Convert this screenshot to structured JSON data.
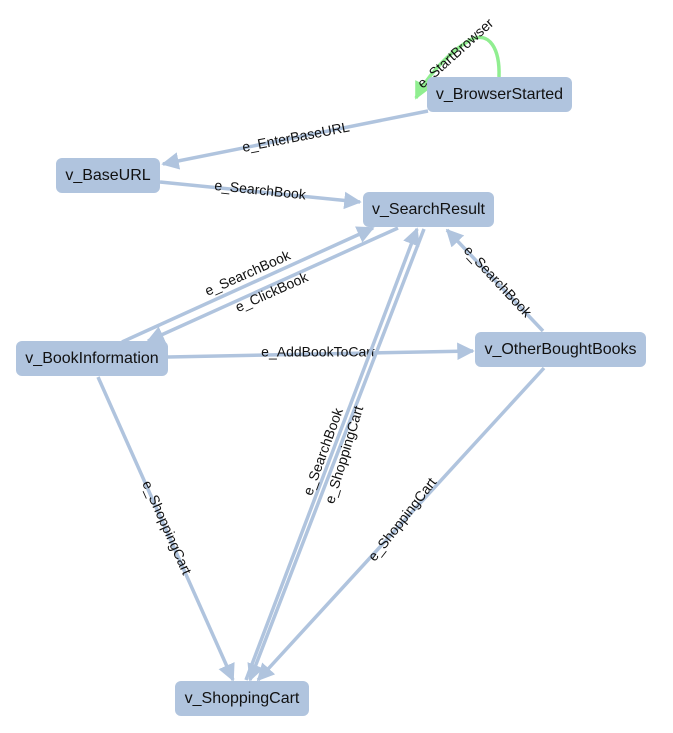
{
  "nodes": [
    {
      "id": "browser_started",
      "label": "v_BrowserStarted"
    },
    {
      "id": "base_url",
      "label": "v_BaseURL"
    },
    {
      "id": "search_result",
      "label": "v_SearchResult"
    },
    {
      "id": "book_information",
      "label": "v_BookInformation"
    },
    {
      "id": "other_bought_books",
      "label": "v_OtherBoughtBooks"
    },
    {
      "id": "shopping_cart",
      "label": "v_ShoppingCart"
    }
  ],
  "edges": [
    {
      "id": "start_browser",
      "label": "e_StartBrowser",
      "from": "browser_started",
      "to": "browser_started",
      "active": true
    },
    {
      "id": "enter_base_url",
      "label": "e_EnterBaseURL",
      "from": "browser_started",
      "to": "base_url"
    },
    {
      "id": "search_book_from_base",
      "label": "e_SearchBook",
      "from": "base_url",
      "to": "search_result"
    },
    {
      "id": "search_book_from_info",
      "label": "e_SearchBook",
      "from": "book_information",
      "to": "search_result"
    },
    {
      "id": "click_book",
      "label": "e_ClickBook",
      "from": "search_result",
      "to": "book_information"
    },
    {
      "id": "add_book_to_cart",
      "label": "e_AddBookToCart",
      "from": "book_information",
      "to": "other_bought_books"
    },
    {
      "id": "search_book_from_other",
      "label": "e_SearchBook",
      "from": "other_bought_books",
      "to": "search_result"
    },
    {
      "id": "shopping_cart_from_info",
      "label": "e_ShoppingCart",
      "from": "book_information",
      "to": "shopping_cart"
    },
    {
      "id": "search_book_from_cart",
      "label": "e_SearchBook",
      "from": "shopping_cart",
      "to": "search_result"
    },
    {
      "id": "shopping_cart_from_search",
      "label": "e_ShoppingCart",
      "from": "search_result",
      "to": "shopping_cart"
    },
    {
      "id": "shopping_cart_from_other",
      "label": "e_ShoppingCart",
      "from": "other_bought_books",
      "to": "shopping_cart"
    }
  ],
  "colors": {
    "node_fill": "#b0c4de",
    "edge": "#b0c4de",
    "active_edge": "#90ee90",
    "text": "#111111"
  }
}
